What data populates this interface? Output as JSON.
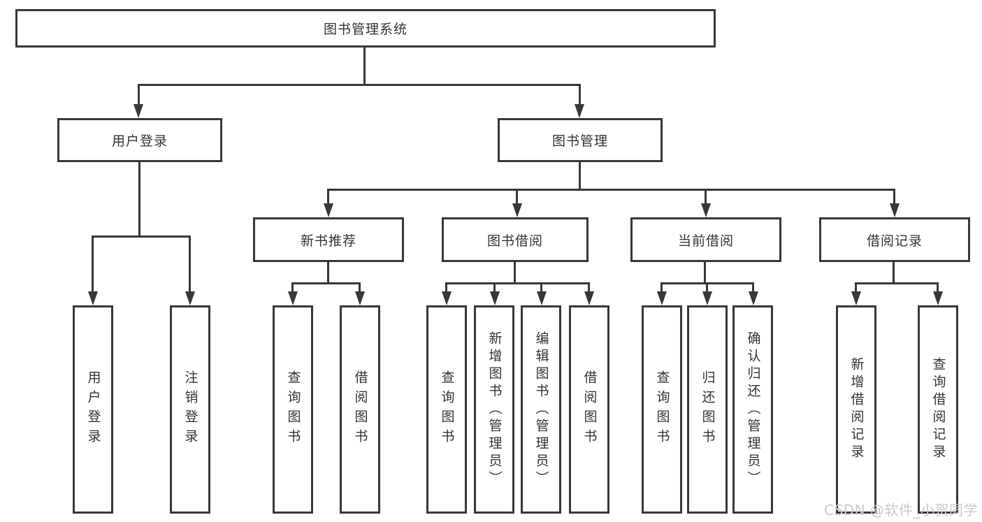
{
  "tree": {
    "label": "图书管理系统",
    "children": [
      {
        "label": "用户登录",
        "children": [
          {
            "label": "用户登录"
          },
          {
            "label": "注销登录"
          }
        ]
      },
      {
        "label": "图书管理",
        "children": [
          {
            "label": "新书推荐",
            "children": [
              {
                "label": "查询图书"
              },
              {
                "label": "借阅图书"
              }
            ]
          },
          {
            "label": "图书借阅",
            "children": [
              {
                "label": "查询图书"
              },
              {
                "label": "新增图书（管理员）"
              },
              {
                "label": "编辑图书（管理员）"
              },
              {
                "label": "借阅图书"
              }
            ]
          },
          {
            "label": "当前借阅",
            "children": [
              {
                "label": "查询图书"
              },
              {
                "label": "归还图书"
              },
              {
                "label": "确认归还（管理员）"
              }
            ]
          },
          {
            "label": "借阅记录",
            "children": [
              {
                "label": "新增借阅记录"
              },
              {
                "label": "查询借阅记录"
              }
            ]
          }
        ]
      }
    ]
  },
  "watermark": {
    "text": "CSDN @软件_小贺同学"
  },
  "colors": {
    "line": "#383838",
    "text": "#333333",
    "watermark": "#c9c9c9",
    "background": "#ffffff"
  }
}
